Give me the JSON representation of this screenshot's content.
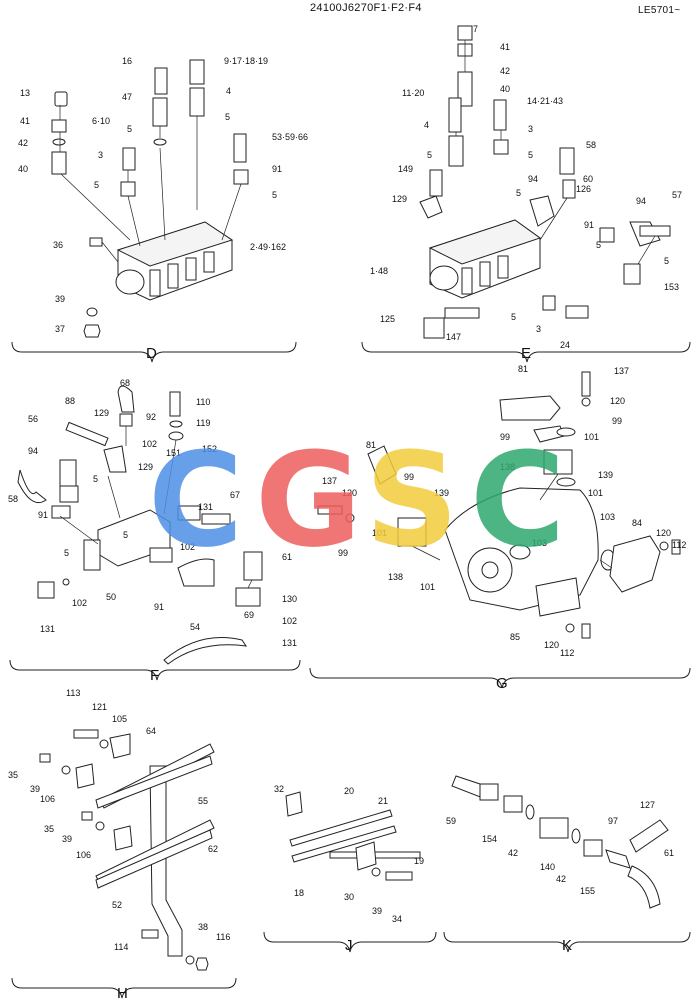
{
  "header": {
    "doc_code": "24100J6270F1·F2·F4",
    "sheet_code": "LE5701~"
  },
  "watermark": {
    "letters": [
      "C",
      "G",
      "S",
      "C"
    ],
    "colors": [
      "#4d8fe6",
      "#ee5d5d",
      "#f2cc3c",
      "#2fa86f"
    ]
  },
  "sections": {
    "D": {
      "title": "D",
      "labels": [
        "13",
        "41",
        "42",
        "40",
        "16",
        "47",
        "5",
        "6·10",
        "3",
        "5",
        "36",
        "39",
        "37",
        "9·17·18·19",
        "4",
        "5",
        "53·59·66",
        "91",
        "5",
        "2·49·162"
      ]
    },
    "E": {
      "title": "E",
      "labels": [
        "7",
        "41",
        "42",
        "40",
        "11·20",
        "4",
        "5",
        "149",
        "129",
        "1·48",
        "14·21·43",
        "3",
        "5",
        "58",
        "60",
        "126",
        "94",
        "57",
        "5",
        "91",
        "5",
        "94",
        "5",
        "153",
        "5",
        "3",
        "24",
        "125",
        "147"
      ]
    },
    "F": {
      "title": "F",
      "labels": [
        "68",
        "110",
        "88",
        "129",
        "92",
        "119",
        "102",
        "152",
        "56",
        "94",
        "151",
        "129",
        "5",
        "67",
        "58",
        "91",
        "5",
        "102",
        "131",
        "50",
        "5",
        "91",
        "54",
        "61",
        "131",
        "102",
        "130",
        "69",
        "102",
        "131"
      ]
    },
    "G": {
      "title": "G",
      "labels": [
        "81",
        "137",
        "120",
        "99",
        "99",
        "101",
        "138",
        "139",
        "101",
        "81",
        "137",
        "120",
        "99",
        "139",
        "99",
        "101",
        "138",
        "101",
        "103",
        "103",
        "84",
        "120",
        "112",
        "85",
        "120",
        "112"
      ]
    },
    "H": {
      "title": "H",
      "labels": [
        "113",
        "121",
        "105",
        "64",
        "35",
        "39",
        "106",
        "55",
        "35",
        "39",
        "106",
        "62",
        "52",
        "114",
        "38",
        "116"
      ]
    },
    "J": {
      "title": "J",
      "labels": [
        "32",
        "20",
        "21",
        "19",
        "18",
        "30",
        "39",
        "34"
      ]
    },
    "K": {
      "title": "K",
      "labels": [
        "59",
        "154",
        "42",
        "140",
        "42",
        "155",
        "97",
        "127",
        "61"
      ]
    }
  }
}
